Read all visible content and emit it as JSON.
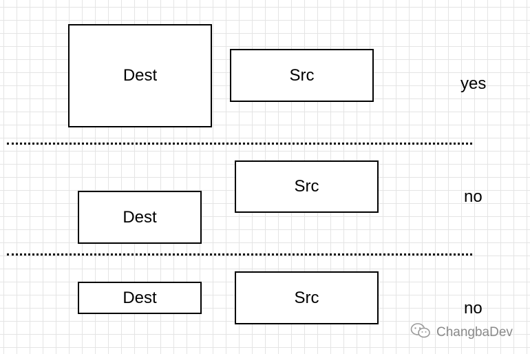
{
  "rows": [
    {
      "dest_label": "Dest",
      "src_label": "Src",
      "answer": "yes"
    },
    {
      "dest_label": "Dest",
      "src_label": "Src",
      "answer": "no"
    },
    {
      "dest_label": "Dest",
      "src_label": "Src",
      "answer": "no"
    }
  ],
  "watermark": {
    "text": "ChangbaDev"
  }
}
